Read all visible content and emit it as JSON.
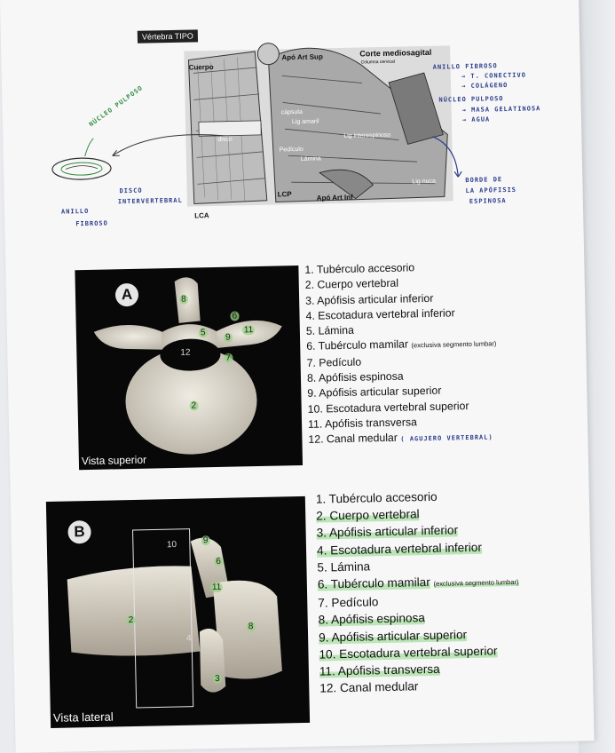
{
  "diagram": {
    "title": "Vértebra TIPO",
    "corte_title": "Corte mediosagital",
    "corte_sub": "Columna cervical",
    "labels": {
      "cuerpo": "Cuerpo",
      "apo_sup": "Apó Art Sup",
      "capsula": "cápsula",
      "lig_amar": "Lig amaril",
      "disco": "disco",
      "pediculo": "Pedículo",
      "lamina": "Lámina",
      "lig_inter": "Lig interespinoso",
      "lcp": "LCP",
      "apo_inf": "Apó Art Inf",
      "lca": "LCA",
      "lig_nuca": "Lig nuca"
    },
    "handwriting": {
      "anillo_r1": "ANILLO FIBROSO",
      "anillo_r2": "→ T. CONECTIVO",
      "anillo_r3": "→ COLÁGENO",
      "nucleo_r1": "NÚCLEO PULPOSO",
      "nucleo_r2": "→ MASA GELATINOSA",
      "nucleo_r3": "→ AGUA",
      "borde_r1": "BORDE DE",
      "borde_r2": "LA APÓFISIS",
      "borde_r3": "ESPINOSA",
      "nucleo_left": "NÚCLEO PULPOSO",
      "disco_r1": "DISCO",
      "disco_r2": "INTERVERTEBRAL",
      "anillo_l1": "ANILLO",
      "anillo_l2": "FIBROSO"
    }
  },
  "photo_a": {
    "badge": "A",
    "caption": "Vista superior",
    "numbers": [
      "8",
      "6",
      "5",
      "9",
      "11",
      "12",
      "7",
      "2"
    ]
  },
  "photo_b": {
    "badge": "B",
    "caption": "Vista lateral",
    "numbers": [
      "10",
      "9",
      "6",
      "11",
      "2",
      "4",
      "8",
      "3"
    ]
  },
  "list_a": {
    "items": [
      "1. Tubérculo accesorio",
      "2. Cuerpo vertebral",
      "3. Apófisis articular inferior",
      "4. Escotadura vertebral inferior",
      "5. Lámina",
      "6. Tubérculo mamilar",
      "7. Pedículo",
      "8. Apófisis espinosa",
      "9. Apófisis articular superior",
      "10. Escotadura vertebral superior",
      "11. Apófisis transversa",
      "12. Canal medular"
    ],
    "item6_note": "(exclusiva segmento lumbar)",
    "item12_note": "( AGUJERO VERTEBRAL)"
  },
  "list_b": {
    "items": [
      "1. Tubérculo accesorio",
      "2. Cuerpo vertebral",
      "3. Apófisis articular inferior",
      "4. Escotadura vertebral inferior",
      "5. Lámina",
      "6. Tubérculo mamilar",
      "7. Pedículo",
      "8. Apófisis espinosa",
      "9. Apófisis articular superior",
      "10. Escotadura vertebral superior",
      "11. Apófisis transversa",
      "12. Canal medular"
    ],
    "item6_note": "(exclusiva segmento lumbar)"
  }
}
